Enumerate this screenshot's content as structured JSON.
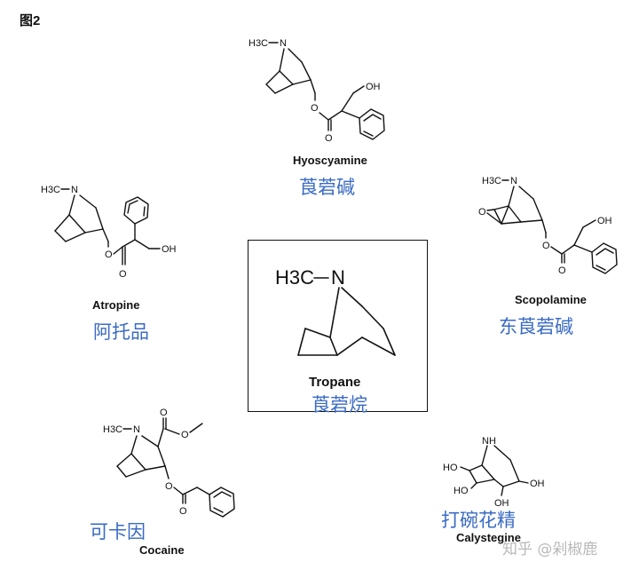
{
  "figure_label": "图2",
  "center": {
    "name_en": "Tropane",
    "name_cn": "莨菪烷",
    "atom_group": "H3C",
    "atom_n": "N"
  },
  "molecules": {
    "hyoscyamine": {
      "name_en": "Hyoscyamine",
      "name_cn": "莨菪碱",
      "methyl": "H3C",
      "n": "N",
      "oh": "OH",
      "o_ester": "O",
      "o_carbonyl": "O"
    },
    "atropine": {
      "name_en": "Atropine",
      "name_cn": "阿托品",
      "methyl": "H3C",
      "n": "N",
      "oh": "OH",
      "o_ester": "O",
      "o_carbonyl": "O"
    },
    "scopolamine": {
      "name_en": "Scopolamine",
      "name_cn": "东莨菪碱",
      "methyl": "H3C",
      "n": "N",
      "oh": "OH",
      "o_epoxide": "O",
      "o_ester": "O",
      "o_carbonyl": "O"
    },
    "cocaine": {
      "name_en": "Cocaine",
      "name_cn": "可卡因",
      "methyl": "H3C",
      "n": "N",
      "o_methoxy_group": "O",
      "o_ester_carbonyl": "O",
      "o_ester": "O",
      "o_carbonyl": "O"
    },
    "calystegine": {
      "name_en": "Calystegine",
      "name_cn": "打碗花精",
      "nh": "NH",
      "oh1": "HO",
      "oh2": "HO",
      "oh3": "OH",
      "oh4": "OH"
    }
  },
  "watermark": "知乎 @剁椒鹿"
}
